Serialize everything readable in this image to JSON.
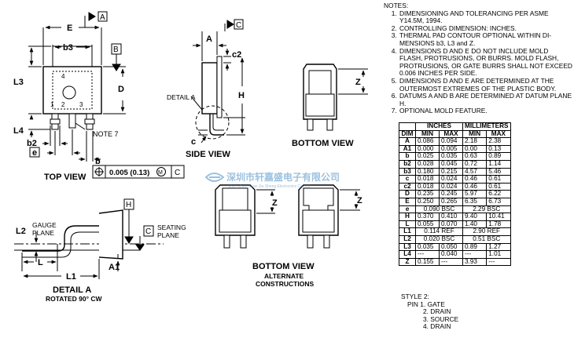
{
  "views": {
    "top_view": {
      "title": "TOP VIEW",
      "labels": {
        "E": "E",
        "A_datum": "A",
        "B_datum": "B",
        "b3": "b3",
        "L3": "L3",
        "D": "D",
        "L4": "L4",
        "b2": "b2",
        "e": "e",
        "b": "b",
        "note7": "NOTE 7",
        "pin1": "1",
        "pin2": "2",
        "pin3": "3",
        "pin4": "4"
      },
      "tolerance_frame": {
        "value": "0.005 (0.13)",
        "modifier": "M",
        "datum": "C"
      }
    },
    "side_view": {
      "title": "SIDE VIEW",
      "labels": {
        "A": "A",
        "C_datum": "C",
        "c2": "c2",
        "H": "H",
        "detail_a": "DETAIL A",
        "c": "c"
      }
    },
    "bottom_view": {
      "title": "BOTTOM VIEW",
      "z": "Z"
    },
    "bottom_view_alt": {
      "title": "BOTTOM VIEW",
      "subtitle_line1": "ALTERNATE",
      "subtitle_line2": "CONSTRUCTIONS",
      "z1": "Z",
      "z2": "Z"
    },
    "detail_a": {
      "title": "DETAIL A",
      "subtitle": "ROTATED 90° CW",
      "labels": {
        "L2": "L2",
        "gauge_plane_1": "GAUGE",
        "gauge_plane_2": "PLANE",
        "H_datum": "H",
        "C_datum": "C",
        "seating_plane_1": "SEATING",
        "seating_plane_2": "PLANE",
        "L": "L",
        "L1": "L1",
        "A1": "A1"
      }
    }
  },
  "watermark": {
    "text": "深圳市轩嘉盛电子有限公司",
    "sub": "Shen Zhen Xuan Jia Sheng Electronics Co.,Ltd"
  },
  "notes": {
    "title": "NOTES:",
    "items": [
      "DIMENSIONING AND TOLERANCING PER ASME Y14.5M, 1994.",
      "CONTROLLING DIMENSION: INCHES.",
      "THERMAL PAD CONTOUR OPTIONAL WITHIN DI-MENSIONS b3, L3 and Z.",
      "DIMENSIONS D AND E DO NOT INCLUDE MOLD FLASH, PROTRUSIONS, OR BURRS. MOLD FLASH, PROTRUSIONS, OR GATE BURRS SHALL NOT EXCEED 0.006 INCHES PER SIDE.",
      "DIMENSIONS D AND E ARE DETERMINED AT THE OUTERMOST EXTREMES OF THE PLASTIC BODY.",
      "DATUMS A AND B ARE DETERMINED AT DATUM PLANE H.",
      "OPTIONAL MOLD FEATURE."
    ]
  },
  "table": {
    "header_inches": "INCHES",
    "header_mm": "MILLIMETERS",
    "col_dim": "DIM",
    "col_min": "MIN",
    "col_max": "MAX",
    "rows": [
      {
        "dim": "A",
        "in_min": "0.086",
        "in_max": "0.094",
        "mm_min": "2.18",
        "mm_max": "2.38"
      },
      {
        "dim": "A1",
        "in_min": "0.000",
        "in_max": "0.005",
        "mm_min": "0.00",
        "mm_max": "0.13"
      },
      {
        "dim": "b",
        "in_min": "0.025",
        "in_max": "0.035",
        "mm_min": "0.63",
        "mm_max": "0.89"
      },
      {
        "dim": "b2",
        "in_min": "0.028",
        "in_max": "0.045",
        "mm_min": "0.72",
        "mm_max": "1.14"
      },
      {
        "dim": "b3",
        "in_min": "0.180",
        "in_max": "0.215",
        "mm_min": "4.57",
        "mm_max": "5.46"
      },
      {
        "dim": "c",
        "in_min": "0.018",
        "in_max": "0.024",
        "mm_min": "0.46",
        "mm_max": "0.61"
      },
      {
        "dim": "c2",
        "in_min": "0.018",
        "in_max": "0.024",
        "mm_min": "0.46",
        "mm_max": "0.61"
      },
      {
        "dim": "D",
        "in_min": "0.235",
        "in_max": "0.245",
        "mm_min": "5.97",
        "mm_max": "6.22"
      },
      {
        "dim": "E",
        "in_min": "0.250",
        "in_max": "0.265",
        "mm_min": "6.35",
        "mm_max": "6.73"
      },
      {
        "dim": "e",
        "in_span": "0.090 BSC",
        "mm_span": "2.29 BSC"
      },
      {
        "dim": "H",
        "in_min": "0.370",
        "in_max": "0.410",
        "mm_min": "9.40",
        "mm_max": "10.41"
      },
      {
        "dim": "L",
        "in_min": "0.055",
        "in_max": "0.070",
        "mm_min": "1.40",
        "mm_max": "1.78"
      },
      {
        "dim": "L1",
        "in_span": "0.114 REF",
        "mm_span": "2.90 REF"
      },
      {
        "dim": "L2",
        "in_span": "0.020 BSC",
        "mm_span": "0.51 BSC"
      },
      {
        "dim": "L3",
        "in_min": "0.035",
        "in_max": "0.050",
        "mm_min": "0.89",
        "mm_max": "1.27"
      },
      {
        "dim": "L4",
        "in_min": "---",
        "in_max": "0.040",
        "mm_min": "---",
        "mm_max": "1.01"
      },
      {
        "dim": "Z",
        "in_min": "0.155",
        "in_max": "---",
        "mm_min": "3.93",
        "mm_max": "---"
      }
    ]
  },
  "style": {
    "title": "STYLE 2:",
    "pins": [
      "PIN 1.  GATE",
      "2.  DRAIN",
      "3.  SOURCE",
      "4.  DRAIN"
    ]
  }
}
